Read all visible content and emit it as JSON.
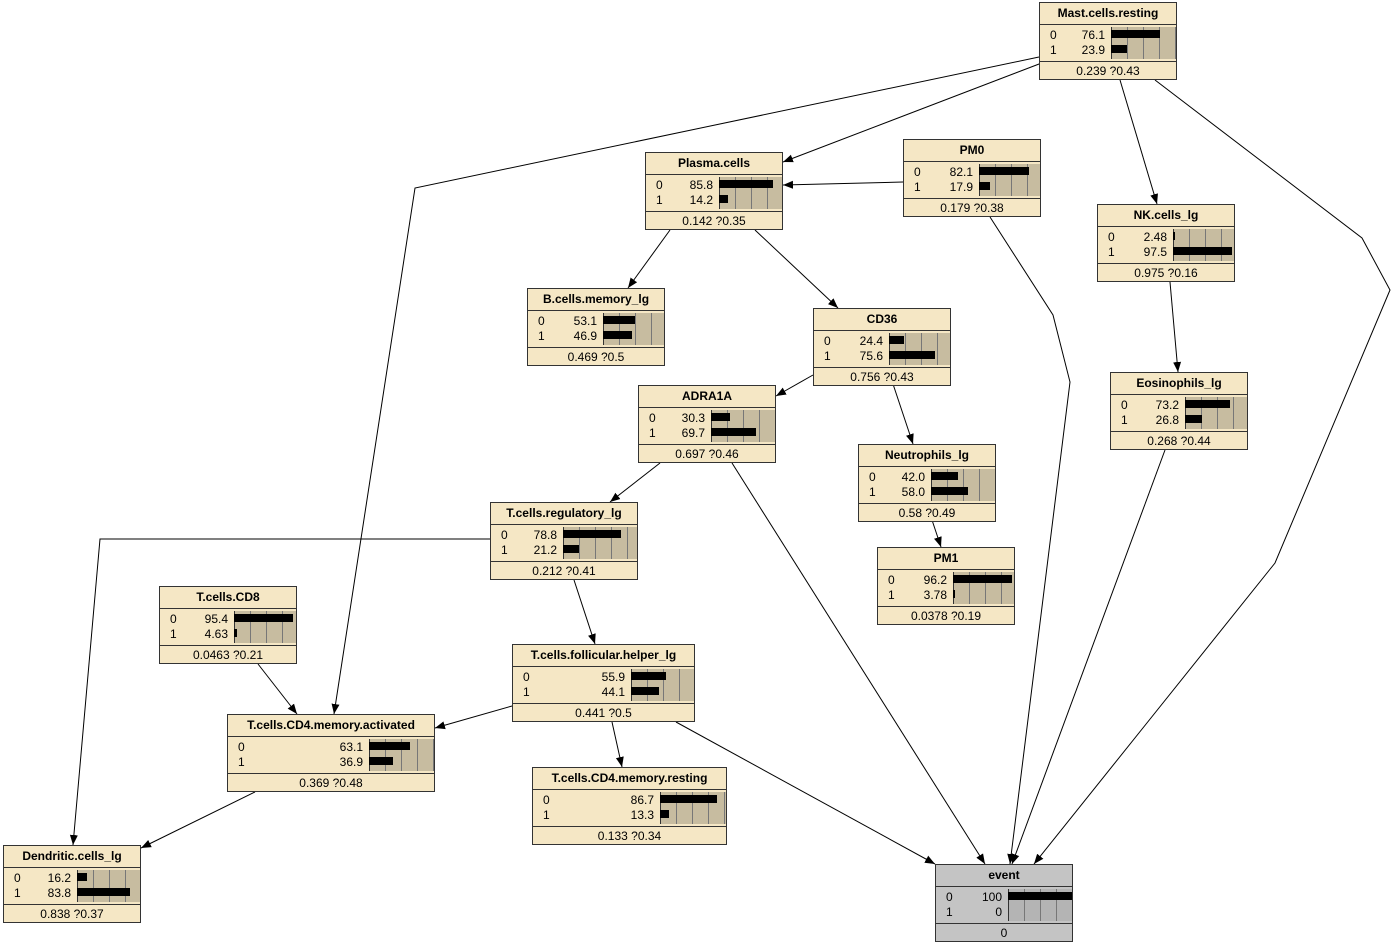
{
  "nodes": {
    "mast": {
      "title": "Mast.cells.resting",
      "rows": [
        {
          "state": "0",
          "pct": "76.1",
          "frac": 0.761
        },
        {
          "state": "1",
          "pct": "23.9",
          "frac": 0.239
        }
      ],
      "summary": "0.239 ?0.43"
    },
    "plasma": {
      "title": "Plasma.cells",
      "rows": [
        {
          "state": "0",
          "pct": "85.8",
          "frac": 0.858
        },
        {
          "state": "1",
          "pct": "14.2",
          "frac": 0.142
        }
      ],
      "summary": "0.142 ?0.35"
    },
    "pm0": {
      "title": "PM0",
      "rows": [
        {
          "state": "0",
          "pct": "82.1",
          "frac": 0.821
        },
        {
          "state": "1",
          "pct": "17.9",
          "frac": 0.179
        }
      ],
      "summary": "0.179 ?0.38"
    },
    "nk": {
      "title": "NK.cells_lg",
      "rows": [
        {
          "state": "0",
          "pct": "2.48",
          "frac": 0.0248
        },
        {
          "state": "1",
          "pct": "97.5",
          "frac": 0.975
        }
      ],
      "summary": "0.975 ?0.16"
    },
    "bcells": {
      "title": "B.cells.memory_lg",
      "rows": [
        {
          "state": "0",
          "pct": "53.1",
          "frac": 0.531
        },
        {
          "state": "1",
          "pct": "46.9",
          "frac": 0.469
        }
      ],
      "summary": "0.469 ?0.5"
    },
    "cd36": {
      "title": "CD36",
      "rows": [
        {
          "state": "0",
          "pct": "24.4",
          "frac": 0.244
        },
        {
          "state": "1",
          "pct": "75.6",
          "frac": 0.756
        }
      ],
      "summary": "0.756 ?0.43"
    },
    "eos": {
      "title": "Eosinophils_lg",
      "rows": [
        {
          "state": "0",
          "pct": "73.2",
          "frac": 0.732
        },
        {
          "state": "1",
          "pct": "26.8",
          "frac": 0.268
        }
      ],
      "summary": "0.268 ?0.44"
    },
    "adra": {
      "title": "ADRA1A",
      "rows": [
        {
          "state": "0",
          "pct": "30.3",
          "frac": 0.303
        },
        {
          "state": "1",
          "pct": "69.7",
          "frac": 0.697
        }
      ],
      "summary": "0.697 ?0.46"
    },
    "neut": {
      "title": "Neutrophils_lg",
      "rows": [
        {
          "state": "0",
          "pct": "42.0",
          "frac": 0.42
        },
        {
          "state": "1",
          "pct": "58.0",
          "frac": 0.58
        }
      ],
      "summary": "0.58 ?0.49"
    },
    "treg": {
      "title": "T.cells.regulatory_lg",
      "rows": [
        {
          "state": "0",
          "pct": "78.8",
          "frac": 0.788
        },
        {
          "state": "1",
          "pct": "21.2",
          "frac": 0.212
        }
      ],
      "summary": "0.212 ?0.41"
    },
    "pm1": {
      "title": "PM1",
      "rows": [
        {
          "state": "0",
          "pct": "96.2",
          "frac": 0.962
        },
        {
          "state": "1",
          "pct": "3.78",
          "frac": 0.0378
        }
      ],
      "summary": "0.0378 ?0.19"
    },
    "cd8": {
      "title": "T.cells.CD8",
      "rows": [
        {
          "state": "0",
          "pct": "95.4",
          "frac": 0.954
        },
        {
          "state": "1",
          "pct": "4.63",
          "frac": 0.0463
        }
      ],
      "summary": "0.0463 ?0.21"
    },
    "tfh": {
      "title": "T.cells.follicular.helper_lg",
      "rows": [
        {
          "state": "0",
          "pct": "55.9",
          "frac": 0.559
        },
        {
          "state": "1",
          "pct": "44.1",
          "frac": 0.441
        }
      ],
      "summary": "0.441 ?0.5"
    },
    "cd4act": {
      "title": "T.cells.CD4.memory.activated",
      "rows": [
        {
          "state": "0",
          "pct": "63.1",
          "frac": 0.631
        },
        {
          "state": "1",
          "pct": "36.9",
          "frac": 0.369
        }
      ],
      "summary": "0.369 ?0.48"
    },
    "cd4rest": {
      "title": "T.cells.CD4.memory.resting",
      "rows": [
        {
          "state": "0",
          "pct": "86.7",
          "frac": 0.867
        },
        {
          "state": "1",
          "pct": "13.3",
          "frac": 0.133
        }
      ],
      "summary": "0.133 ?0.34"
    },
    "dend": {
      "title": "Dendritic.cells_lg",
      "rows": [
        {
          "state": "0",
          "pct": "16.2",
          "frac": 0.162
        },
        {
          "state": "1",
          "pct": "83.8",
          "frac": 0.838
        }
      ],
      "summary": "0.838 ?0.37"
    },
    "event": {
      "title": "event",
      "rows": [
        {
          "state": "0",
          "pct": "100",
          "frac": 1.0
        },
        {
          "state": "1",
          "pct": "0",
          "frac": 0.0
        }
      ],
      "summary": "0"
    }
  },
  "edges": [
    [
      "mast",
      "plasma"
    ],
    [
      "mast",
      "cd4act"
    ],
    [
      "mast",
      "nk"
    ],
    [
      "mast",
      "event"
    ],
    [
      "pm0",
      "plasma"
    ],
    [
      "pm0",
      "event"
    ],
    [
      "plasma",
      "bcells"
    ],
    [
      "plasma",
      "cd36"
    ],
    [
      "nk",
      "eos"
    ],
    [
      "eos",
      "event"
    ],
    [
      "cd36",
      "adra"
    ],
    [
      "cd36",
      "neut"
    ],
    [
      "neut",
      "pm1"
    ],
    [
      "adra",
      "treg"
    ],
    [
      "adra",
      "event"
    ],
    [
      "treg",
      "dend"
    ],
    [
      "treg",
      "tfh"
    ],
    [
      "cd8",
      "cd4act"
    ],
    [
      "tfh",
      "cd4act"
    ],
    [
      "tfh",
      "cd4rest"
    ],
    [
      "tfh",
      "event"
    ],
    [
      "cd4act",
      "dend"
    ]
  ]
}
